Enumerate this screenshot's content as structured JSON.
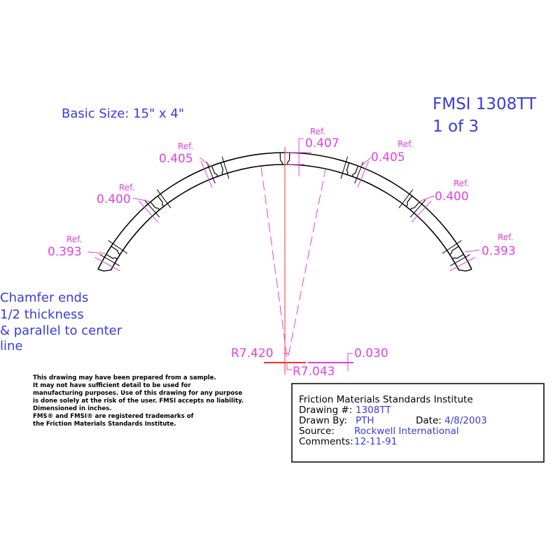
{
  "header": {
    "basic_size": "Basic Size: 15\" x 4\"",
    "fmsi_number": "FMSI 1308TT",
    "sheet": "1 of 3"
  },
  "dimensions": {
    "ref_label": "Ref.",
    "top_thickness": "0.407",
    "left_1": "0.405",
    "left_2": "0.400",
    "left_3": "0.393",
    "right_1": "0.405",
    "right_2": "0.400",
    "right_3": "0.393",
    "outer_radius": "R7.420",
    "inner_radius": "R7.043",
    "offset": "0.030"
  },
  "note": {
    "lines": [
      "Chamfer ends",
      "1/2 thickness",
      "& parallel to center",
      "line"
    ]
  },
  "disclaimer": {
    "lines": [
      "This drawing may have been prepared from a sample.",
      "It may not have sufficient detail to be used for",
      "manufacturing purposes.  Use of this drawing for any purpose",
      "is done solely at the risk of the user. FMSI accepts no liability.",
      "Dimensioned in inches.",
      "FMS® and FMSI® are registered trademarks of",
      "the Friction Materials Standards Institute."
    ]
  },
  "title_block": {
    "org": "Friction Materials Standards Institute",
    "drawing_label": "Drawing #:",
    "drawing_value": "1308TT",
    "drawn_by_label": "Drawn By:",
    "drawn_by_value": "PTH",
    "date_label": "Date:",
    "date_value": "4/8/2003",
    "source_label": "Source:",
    "source_value": "Rockwell International",
    "comments_label": "Comments:",
    "comments_value": "12-11-91"
  },
  "colors": {
    "dimension": "#e040e0",
    "text": "#3a3ae0",
    "centerline": "#ff3030",
    "outline": "#000000"
  }
}
